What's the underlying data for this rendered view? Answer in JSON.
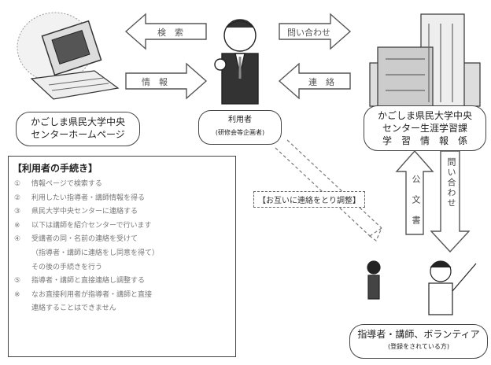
{
  "nodes": {
    "homepage": {
      "label_line1": "かごしま県民大学中央",
      "label_line2": "センターホームページ"
    },
    "user": {
      "label": "利用者",
      "sublabel": "(研修会等企画者)"
    },
    "center": {
      "label_line1": "かごしま県民大学中央",
      "label_line2": "センター生涯学習課",
      "label_line3": "学　習　情　報　係"
    },
    "instructors": {
      "label": "指導者・講師、ボランティア",
      "sublabel": "(登録をされている方)"
    }
  },
  "arrows": {
    "search": "検　索",
    "provide": "情　報",
    "query": "問い合わせ",
    "contact": "連　絡",
    "inquiry_vertical": "問い合わせ",
    "confirm_vertical": "公　文　書"
  },
  "negotiation_note": "【お互いに連絡をとり調整】",
  "procedure": {
    "title": "【利用者の手続き】",
    "steps": [
      {
        "mark": "①",
        "text": "情報ページで検索する"
      },
      {
        "mark": "②",
        "text": "利用したい指導者・講師情報を得る"
      },
      {
        "mark": "③",
        "text": "県民大学中央センターに連絡する"
      },
      {
        "mark": "※",
        "text": "以下は講師を紹介センターで行います"
      },
      {
        "mark": "④",
        "text": "受講者の同・名前の連絡を受けて"
      },
      {
        "mark": "",
        "text": "（指導者・講師に連絡をし同意を得て）"
      },
      {
        "mark": "",
        "text": "その後の手続きを行う"
      },
      {
        "mark": "⑤",
        "text": "指導者・講師と直接連絡し調整する"
      },
      {
        "mark": "※",
        "text": "なお直接利用者が指導者・講師と直接"
      },
      {
        "mark": "",
        "text": "連絡することはできません"
      }
    ]
  }
}
